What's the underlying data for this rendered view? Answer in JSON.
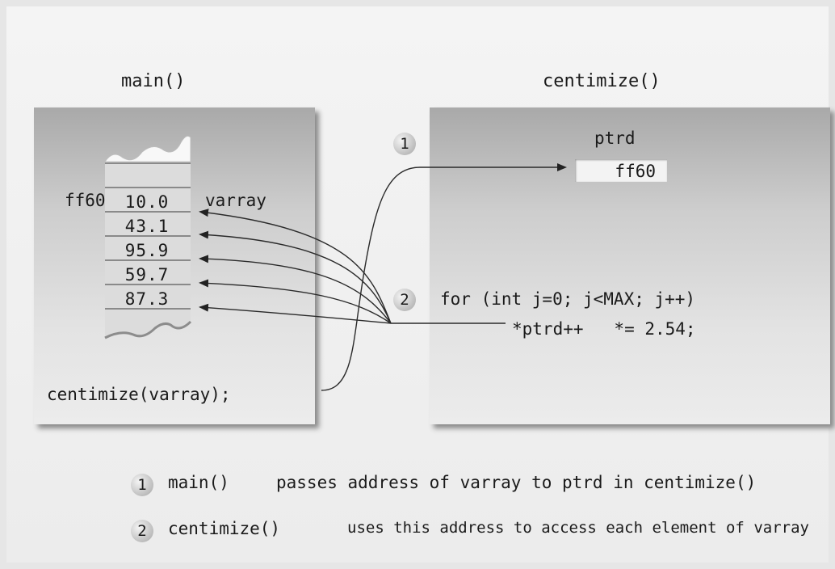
{
  "main_panel": {
    "title": "main()",
    "address": "ff60",
    "array_name": "varray",
    "values": [
      "10.0",
      "43.1",
      "95.9",
      "59.7",
      "87.3"
    ],
    "call": "centimize(varray);"
  },
  "centimize_panel": {
    "title": "centimize()",
    "pointer_name": "ptrd",
    "pointer_value": "ff60",
    "loop_line": "for (int j=0; j<MAX; j++)",
    "body_line": "*ptrd++   *= 2.54;"
  },
  "steps": [
    {
      "number": "1",
      "subject": "main()",
      "text": "passes address of varray to ptrd in centimize()"
    },
    {
      "number": "2",
      "subject": "centimize()",
      "text": "uses this address to access each element of varray"
    }
  ]
}
